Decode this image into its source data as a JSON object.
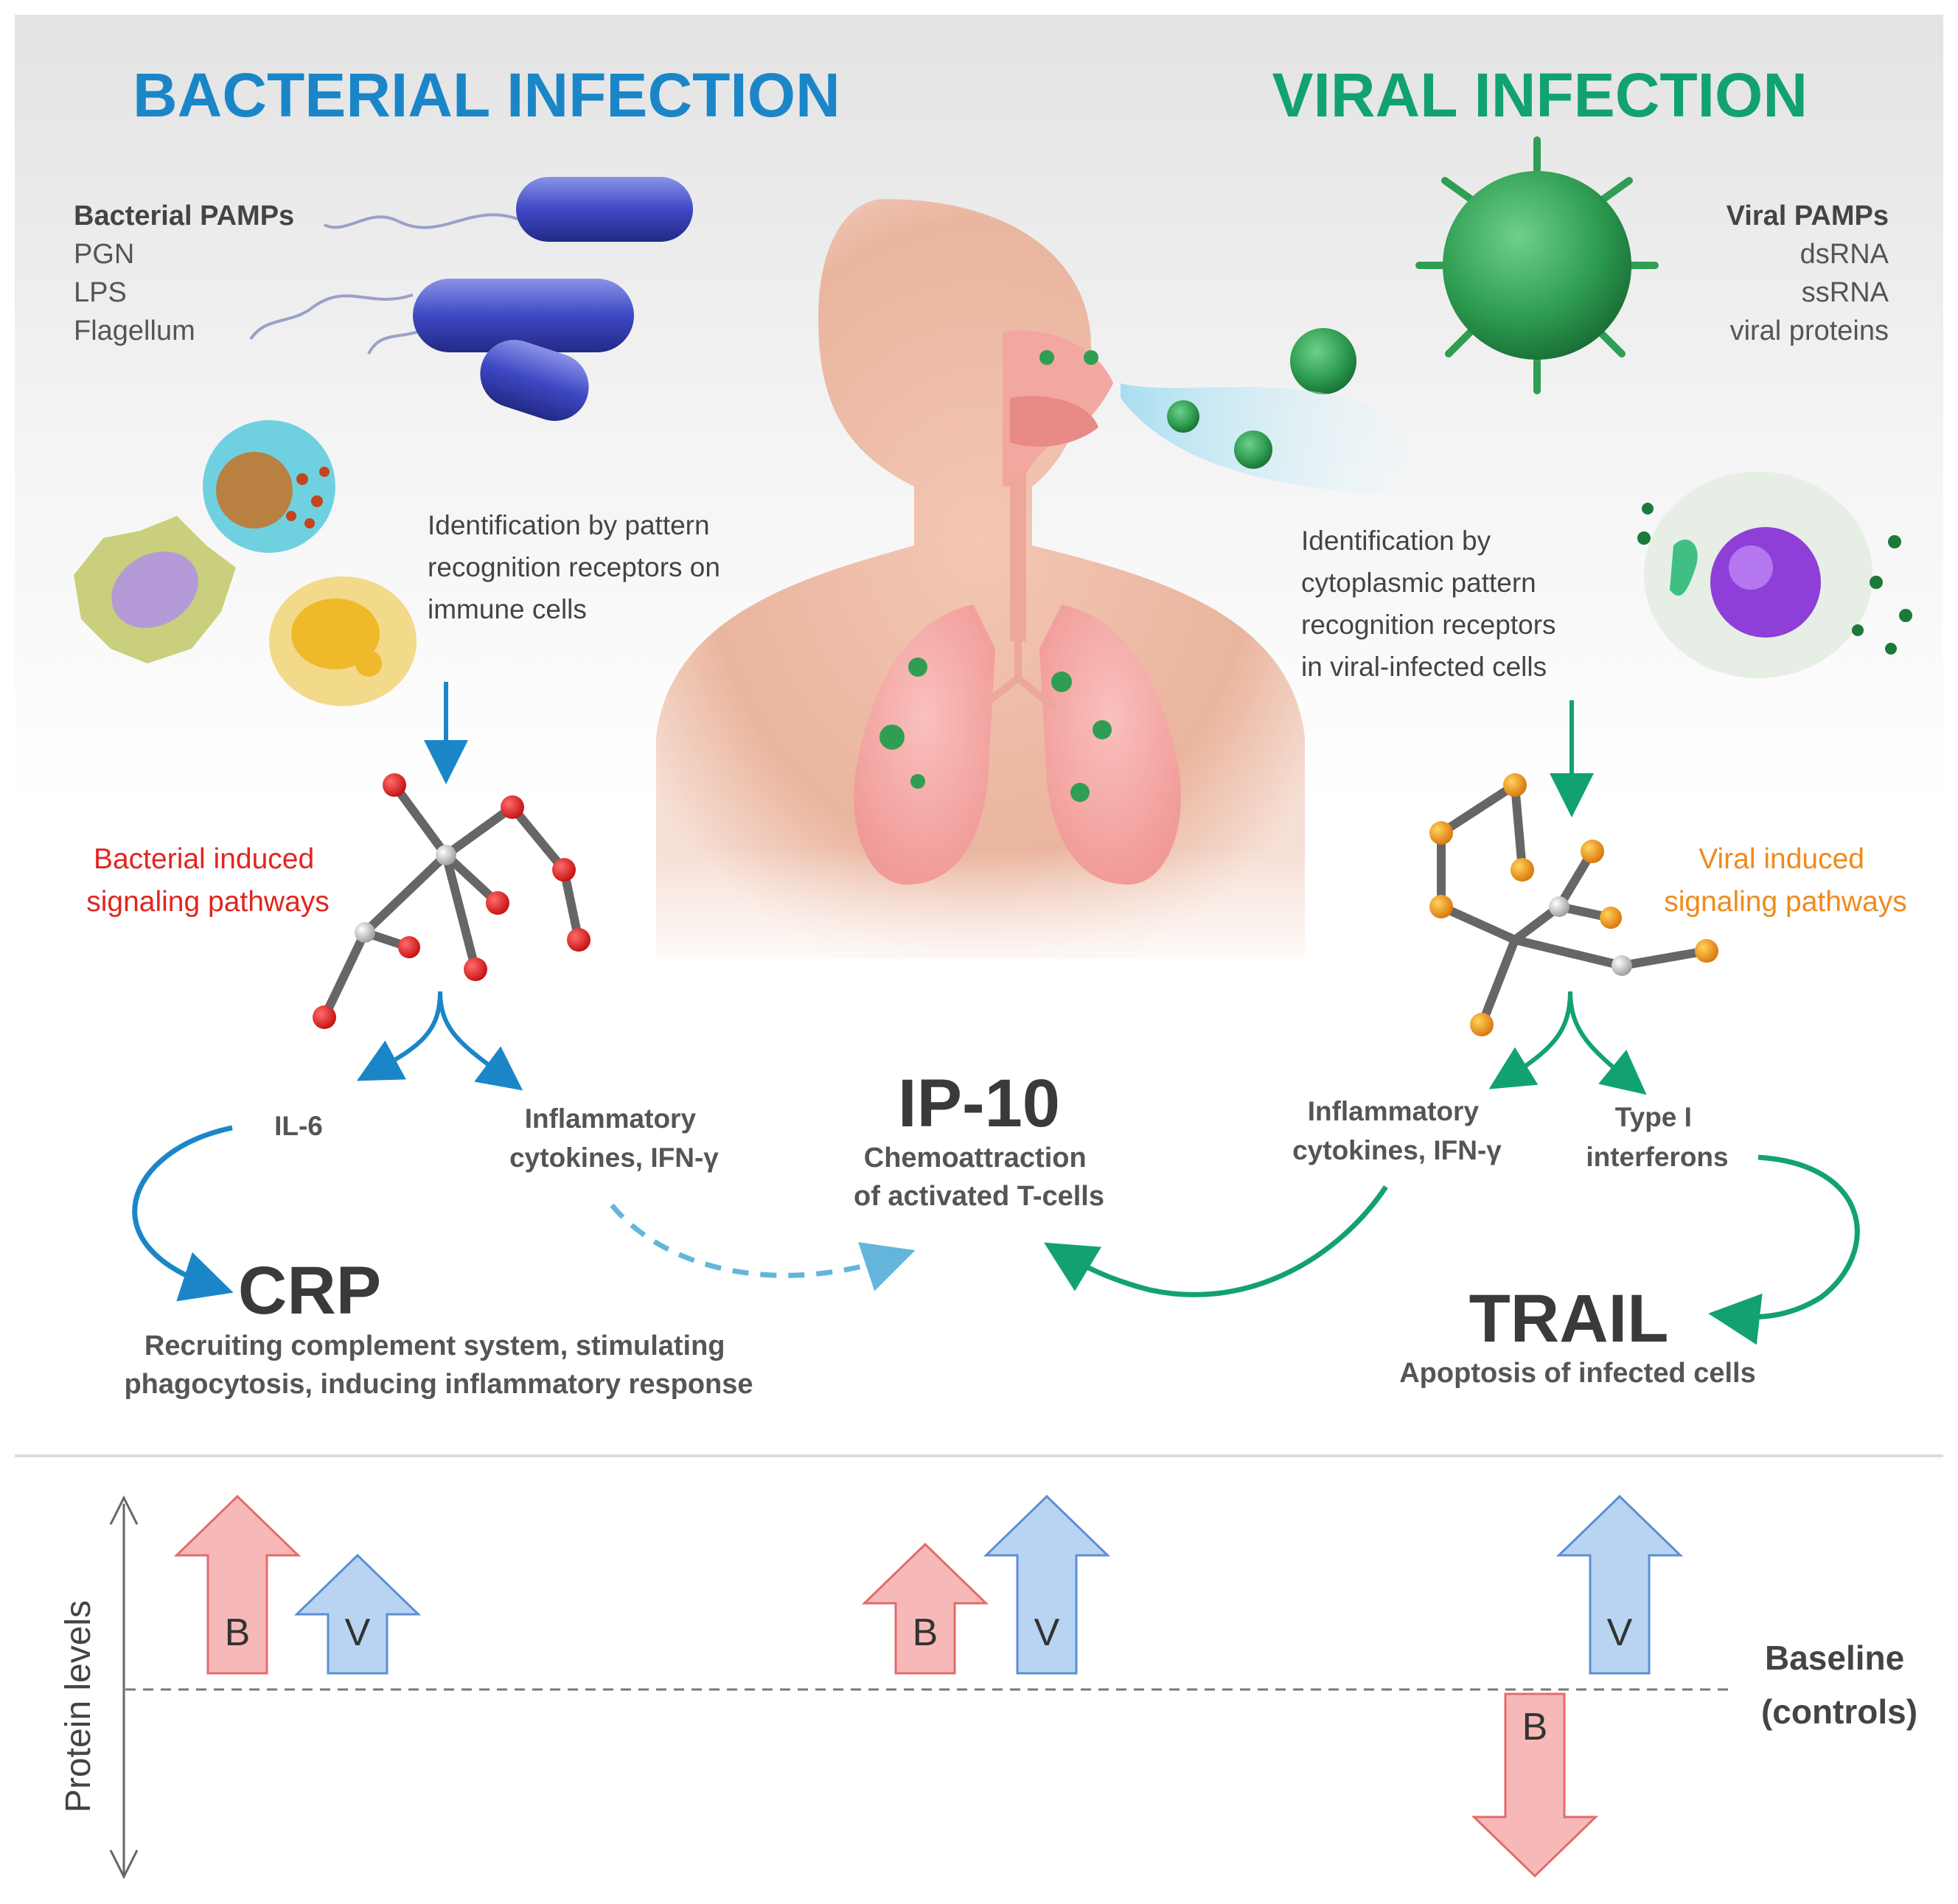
{
  "headers": {
    "bacterial": "BACTERIAL INFECTION",
    "viral": "VIRAL INFECTION"
  },
  "bacterial_pamps": {
    "title": "Bacterial PAMPs",
    "items": [
      "PGN",
      "LPS",
      "Flagellum"
    ]
  },
  "viral_pamps": {
    "title": "Viral PAMPs",
    "items": [
      "dsRNA",
      "ssRNA",
      "viral proteins"
    ]
  },
  "identification": {
    "bacterial": [
      "Identification by pattern",
      "recognition receptors on",
      "immune cells"
    ],
    "viral": [
      "Identification by",
      "cytoplasmic pattern",
      "recognition receptors",
      "in viral-infected cells"
    ]
  },
  "pathways": {
    "bacterial": [
      "Bacterial induced",
      "signaling pathways"
    ],
    "viral": [
      "Viral induced",
      "signaling pathways"
    ]
  },
  "mediators": {
    "il6": "IL-6",
    "bact_cytokines": [
      "Inflammatory",
      "cytokines, IFN-γ"
    ],
    "viral_cytokines": [
      "Inflammatory",
      "cytokines, IFN-γ"
    ],
    "type1": [
      "Type I",
      "interferons"
    ]
  },
  "markers": {
    "crp": {
      "name": "CRP",
      "description": [
        "Recruiting complement system, stimulating",
        "phagocytosis, inducing inflammatory response"
      ]
    },
    "ip10": {
      "name": "IP-10",
      "description": [
        "Chemoattraction",
        "of activated T-cells"
      ]
    },
    "trail": {
      "name": "TRAIL",
      "description": [
        "Apoptosis of infected cells"
      ]
    }
  },
  "levels": {
    "axis_label": "Protein levels",
    "baseline": [
      "Baseline",
      "(controls)"
    ],
    "arrows": [
      {
        "marker": "CRP",
        "letter": "B",
        "direction": "up",
        "level": "high",
        "color": "#f6b9b8"
      },
      {
        "marker": "CRP",
        "letter": "V",
        "direction": "up",
        "level": "low",
        "color": "#b9d4f3"
      },
      {
        "marker": "IP-10",
        "letter": "B",
        "direction": "up",
        "level": "medium",
        "color": "#f6b9b8"
      },
      {
        "marker": "IP-10",
        "letter": "V",
        "direction": "up",
        "level": "high",
        "color": "#b9d4f3"
      },
      {
        "marker": "TRAIL",
        "letter": "V",
        "direction": "up",
        "level": "high",
        "color": "#b9d4f3"
      },
      {
        "marker": "TRAIL",
        "letter": "B",
        "direction": "down",
        "level": "decreased",
        "color": "#f6b9b8"
      }
    ]
  },
  "colors": {
    "bacterial_blue": "#1a86c8",
    "viral_green": "#12a26f",
    "bacterial_red": "#e0261f",
    "viral_orange": "#f08a1c",
    "text_dark": "#3a3a3a"
  }
}
